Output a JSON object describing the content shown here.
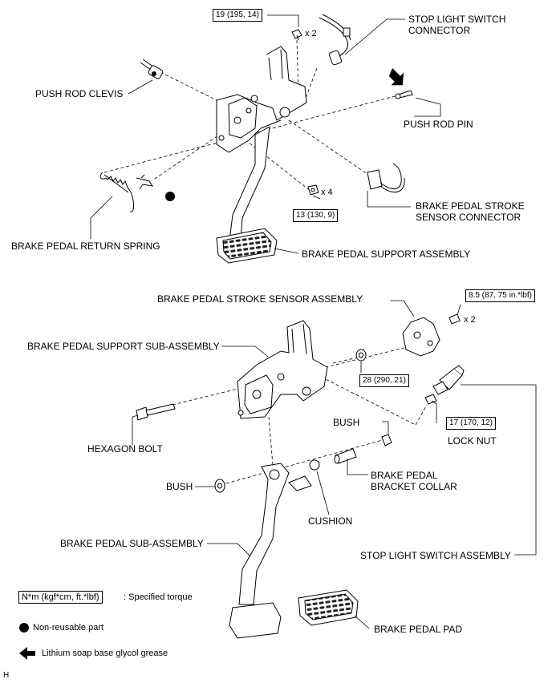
{
  "top": {
    "labels": {
      "torque_bolt": "19 (195, 14)",
      "qty_bolt": "x 2",
      "stop_light_connector_1": "STOP LIGHT SWITCH",
      "stop_light_connector_2": "CONNECTOR",
      "push_rod_clevis": "PUSH ROD CLEVIS",
      "push_rod_pin": "PUSH ROD PIN",
      "qty_nut": "x 4",
      "torque_nut": "13 (130, 9)",
      "stroke_connector_1": "BRAKE PEDAL STROKE",
      "stroke_connector_2": "SENSOR CONNECTOR",
      "return_spring": "BRAKE PEDAL RETURN SPRING",
      "support_assembly": "BRAKE PEDAL SUPPORT ASSEMBLY"
    }
  },
  "bottom": {
    "labels": {
      "stroke_sensor_assembly": "BRAKE PEDAL STROKE SENSOR ASSEMBLY",
      "torque_sensor_bolt": "8.5 (87, 75 in.*lbf)",
      "qty_sensor_bolt": "x 2",
      "support_sub_assembly": "BRAKE PEDAL SUPPORT SUB-ASSEMBLY",
      "torque_nut_28": "28 (290, 21)",
      "bush_right": "BUSH",
      "torque_lock_nut": "17 (170, 12)",
      "lock_nut": "LOCK NUT",
      "hexagon_bolt": "HEXAGON BOLT",
      "collar_1": "BRAKE PEDAL",
      "collar_2": "BRACKET COLLAR",
      "bush_left": "BUSH",
      "cushion": "CUSHION",
      "pedal_sub_assembly": "BRAKE PEDAL SUB-ASSEMBLY",
      "stop_light_switch_assembly": "STOP LIGHT SWITCH ASSEMBLY",
      "pedal_pad": "BRAKE PEDAL PAD"
    }
  },
  "legend": {
    "torque_unit": "N*m (kgf*cm, ft.*lbf)",
    "torque_desc": ": Specified torque",
    "non_reusable": "Non-reusable part",
    "grease": "Lithium soap base glycol grease"
  },
  "corner_mark": "H"
}
